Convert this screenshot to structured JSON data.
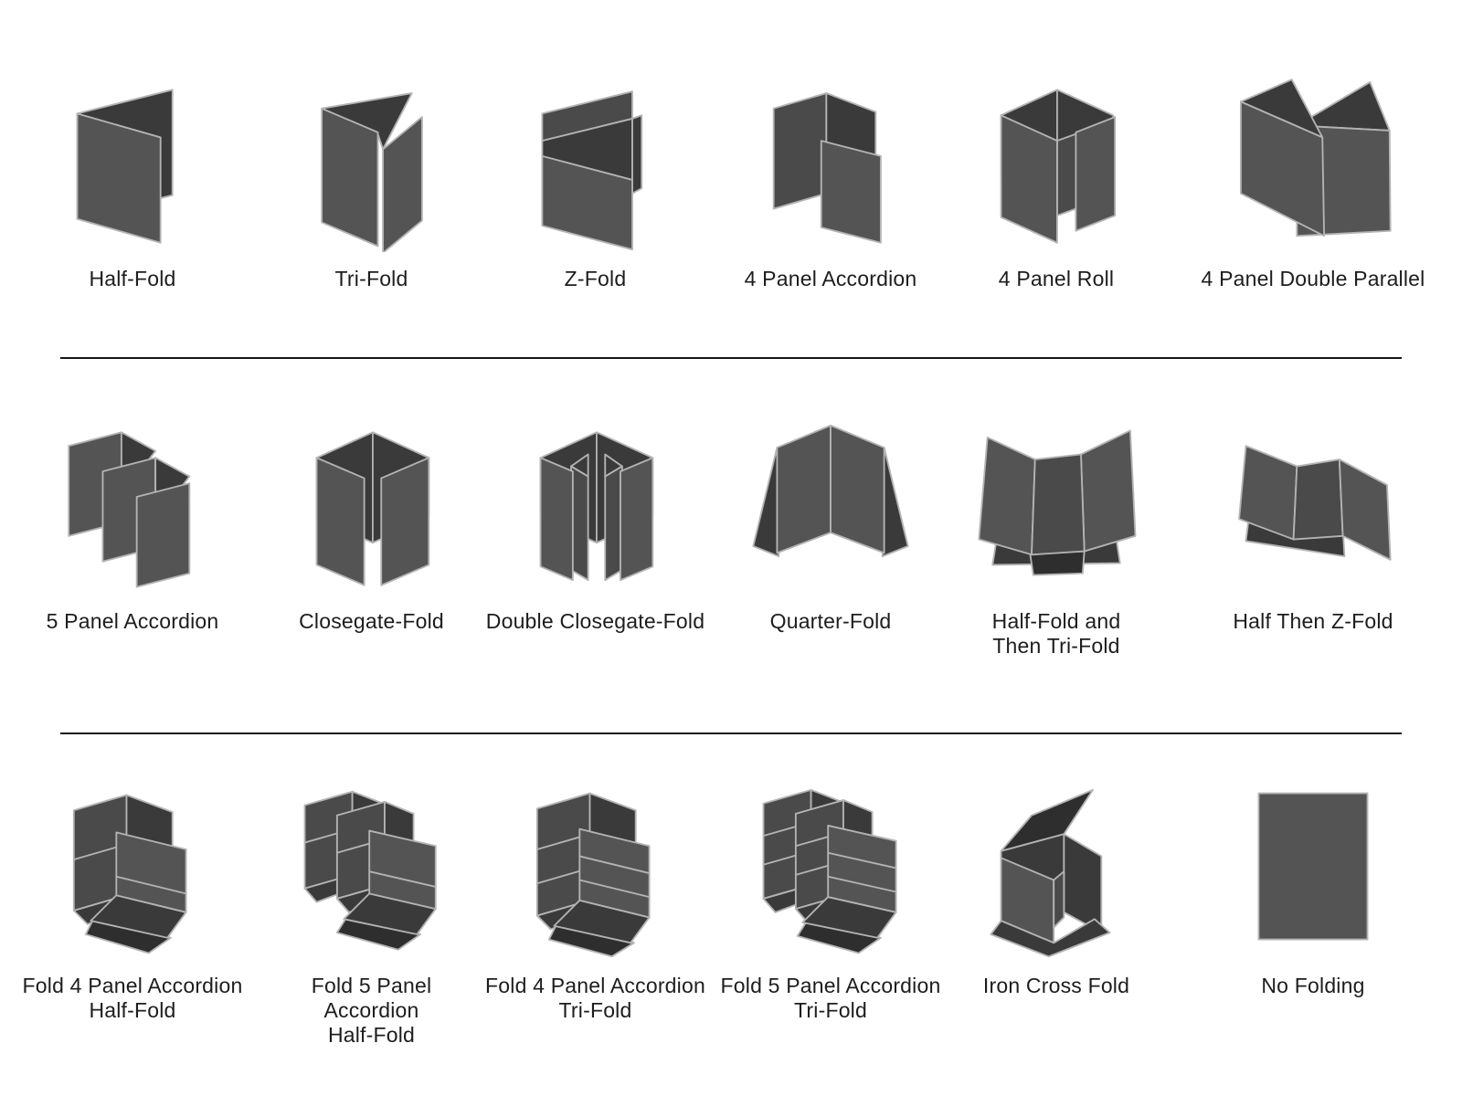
{
  "colors": {
    "background": "#ffffff",
    "paper_medium": "#545454",
    "paper_mid": "#4a4a4a",
    "paper_dark": "#3a3a3a",
    "paper_darker": "#2e2e2e",
    "edge": "#b3b3b3",
    "text": "#1d1d1d",
    "divider": "#161616"
  },
  "grid": {
    "rows": [
      {
        "items": [
          {
            "label": "Half-Fold",
            "icon": "half-fold-icon"
          },
          {
            "label": "Tri-Fold",
            "icon": "tri-fold-icon"
          },
          {
            "label": "Z-Fold",
            "icon": "z-fold-icon"
          },
          {
            "label": "4 Panel Accordion",
            "icon": "accordion-4-panel-icon"
          },
          {
            "label": "4 Panel Roll",
            "icon": "roll-4-panel-icon"
          },
          {
            "label": "4 Panel Double Parallel",
            "icon": "double-parallel-4-panel-icon"
          }
        ]
      },
      {
        "items": [
          {
            "label": "5 Panel Accordion",
            "icon": "accordion-5-panel-icon"
          },
          {
            "label": "Closegate-Fold",
            "icon": "closegate-fold-icon"
          },
          {
            "label": "Double Closegate-Fold",
            "icon": "double-closegate-fold-icon"
          },
          {
            "label": "Quarter-Fold",
            "icon": "quarter-fold-icon"
          },
          {
            "label": "Half-Fold and\nThen Tri-Fold",
            "icon": "half-then-tri-fold-icon"
          },
          {
            "label": "Half Then Z-Fold",
            "icon": "half-then-z-fold-icon"
          }
        ]
      },
      {
        "items": [
          {
            "label": "Fold 4 Panel Accordion\nHalf-Fold",
            "icon": "fold4-accordion-half-fold-icon"
          },
          {
            "label": "Fold 5 Panel Accordion\nHalf-Fold",
            "icon": "fold5-accordion-half-fold-icon"
          },
          {
            "label": "Fold 4 Panel Accordion\nTri-Fold",
            "icon": "fold4-accordion-tri-fold-icon"
          },
          {
            "label": "Fold 5 Panel Accordion\nTri-Fold",
            "icon": "fold5-accordion-tri-fold-icon"
          },
          {
            "label": "Iron Cross Fold",
            "icon": "iron-cross-fold-icon"
          },
          {
            "label": "No Folding",
            "icon": "no-folding-icon"
          }
        ]
      }
    ]
  }
}
